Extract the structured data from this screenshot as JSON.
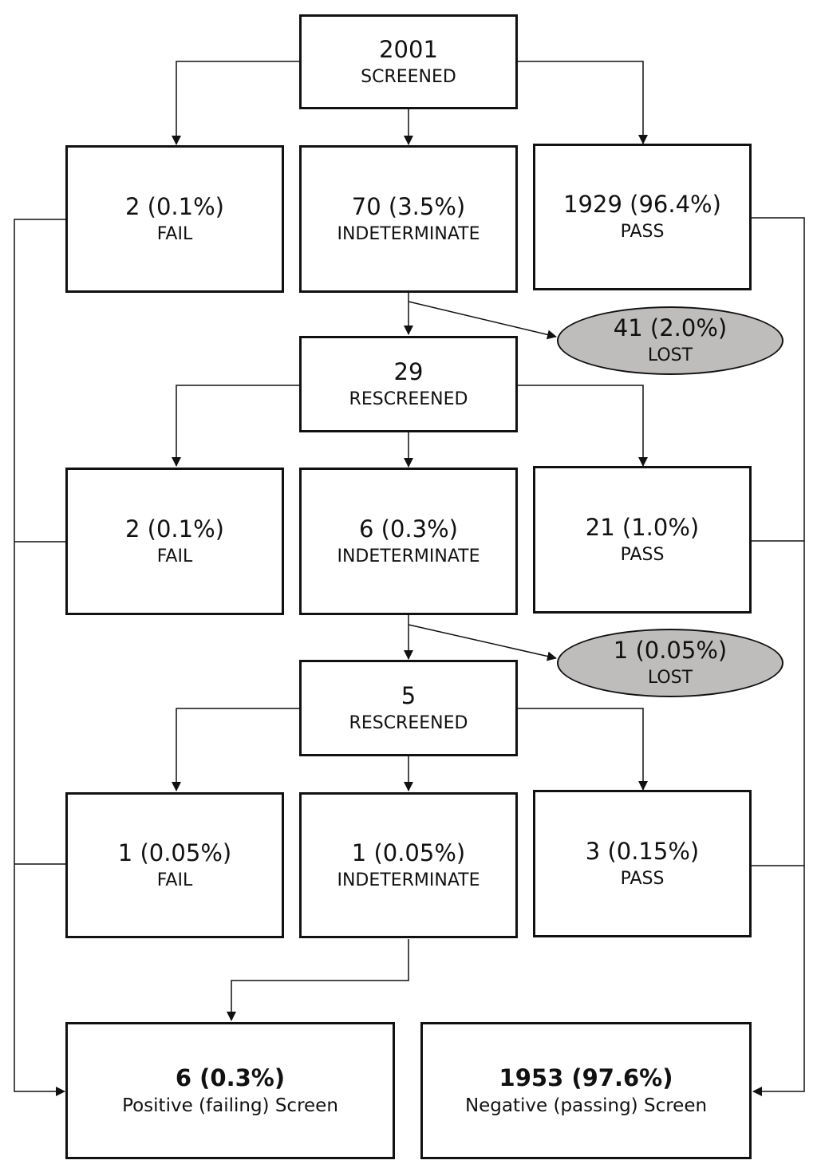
{
  "screen": {
    "count": "2001",
    "label": "SCREENED"
  },
  "round1": {
    "fail": {
      "count": "2 (0.1%)",
      "label": "FAIL"
    },
    "indeterminate": {
      "count": "70 (3.5%)",
      "label": "INDETERMINATE"
    },
    "pass": {
      "count": "1929 (96.4%)",
      "label": "PASS"
    },
    "lost": {
      "count": "41 (2.0%)",
      "label": "LOST"
    }
  },
  "rescreen1": {
    "count": "29",
    "label": "RESCREENED"
  },
  "round2": {
    "fail": {
      "count": "2 (0.1%)",
      "label": "FAIL"
    },
    "indeterminate": {
      "count": "6 (0.3%)",
      "label": "INDETERMINATE"
    },
    "pass": {
      "count": "21 (1.0%)",
      "label": "PASS"
    },
    "lost": {
      "count": "1 (0.05%)",
      "label": "LOST"
    }
  },
  "rescreen2": {
    "count": "5",
    "label": "RESCREENED"
  },
  "round3": {
    "fail": {
      "count": "1 (0.05%)",
      "label": "FAIL"
    },
    "indeterminate": {
      "count": "1 (0.05%)",
      "label": "INDETERMINATE"
    },
    "pass": {
      "count": "3 (0.15%)",
      "label": "PASS"
    }
  },
  "outcome": {
    "positive": {
      "count": "6 (0.3%)",
      "label": "Positive (failing) Screen"
    },
    "negative": {
      "count": "1953 (97.6%)",
      "label": "Negative (passing) Screen"
    }
  },
  "colors": {
    "stroke": "#111111",
    "lost_fill": "#bfbcbc"
  }
}
